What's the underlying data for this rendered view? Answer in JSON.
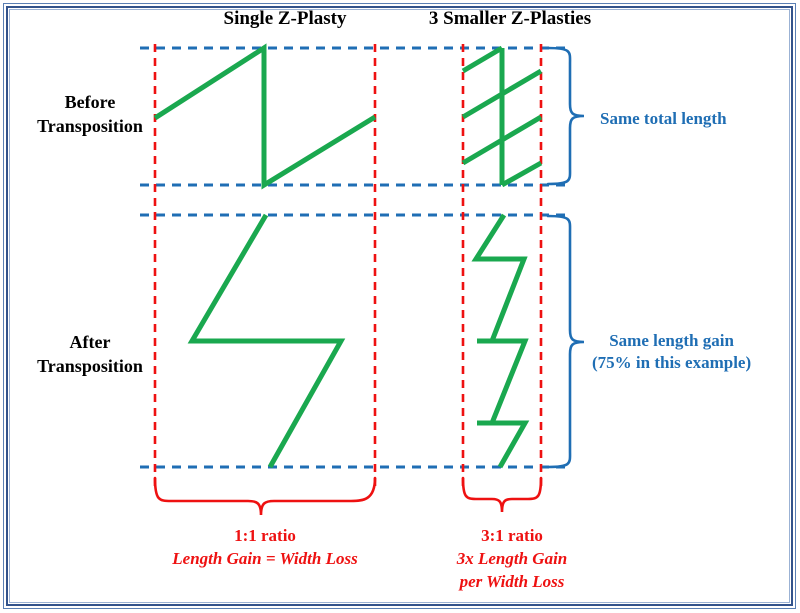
{
  "diagram": {
    "title_columns": [
      {
        "id": "single",
        "label": "Single Z-Plasty"
      },
      {
        "id": "triple",
        "label": "3 Smaller Z-Plasties"
      }
    ],
    "row_labels": [
      {
        "id": "before",
        "line1": "Before",
        "line2": "Transposition"
      },
      {
        "id": "after",
        "line1": "After",
        "line2": "Transposition"
      }
    ],
    "annotations_right": [
      {
        "id": "same-total-length",
        "line1": "Same total length",
        "line2": ""
      },
      {
        "id": "same-length-gain",
        "line1": "Same length gain",
        "line2": "(75% in this example)"
      }
    ],
    "annotations_bottom": [
      {
        "id": "ratio-1-1",
        "line1": "1:1 ratio",
        "line2": "Length Gain = Width Loss",
        "line3": ""
      },
      {
        "id": "ratio-3-1",
        "line1": "3:1 ratio",
        "line2": "3x Length Gain",
        "line3": "per Width Loss"
      }
    ],
    "colors": {
      "flap_green": "#1aa84f",
      "guide_blue": "#1f6eb4",
      "width_red": "#ee1111",
      "frame_blue": "#33538c",
      "text_black": "#000000"
    },
    "geometry": {
      "horizontal_guides_y": [
        48,
        185,
        215,
        467
      ],
      "vertical_width_markers_x": [
        155,
        375,
        463,
        541
      ],
      "note": "dashed blue horizontal lines mark incision ends; dashed red vertical lines mark width"
    }
  },
  "chart_data": {
    "type": "diagram",
    "title": "Z-Plasty geometry comparison",
    "panels": [
      {
        "panel": "before-single",
        "shape": "single Z limb",
        "length_gain_percent": 75,
        "ratio": "1:1"
      },
      {
        "panel": "before-triple",
        "shape": "three small Z limbs",
        "length_gain_percent": 75,
        "ratio": "3:1"
      },
      {
        "panel": "after-single",
        "shape": "transposed single Z",
        "length_gain_percent": 75
      },
      {
        "panel": "after-triple",
        "shape": "transposed three small Z",
        "length_gain_percent": 75
      }
    ]
  }
}
